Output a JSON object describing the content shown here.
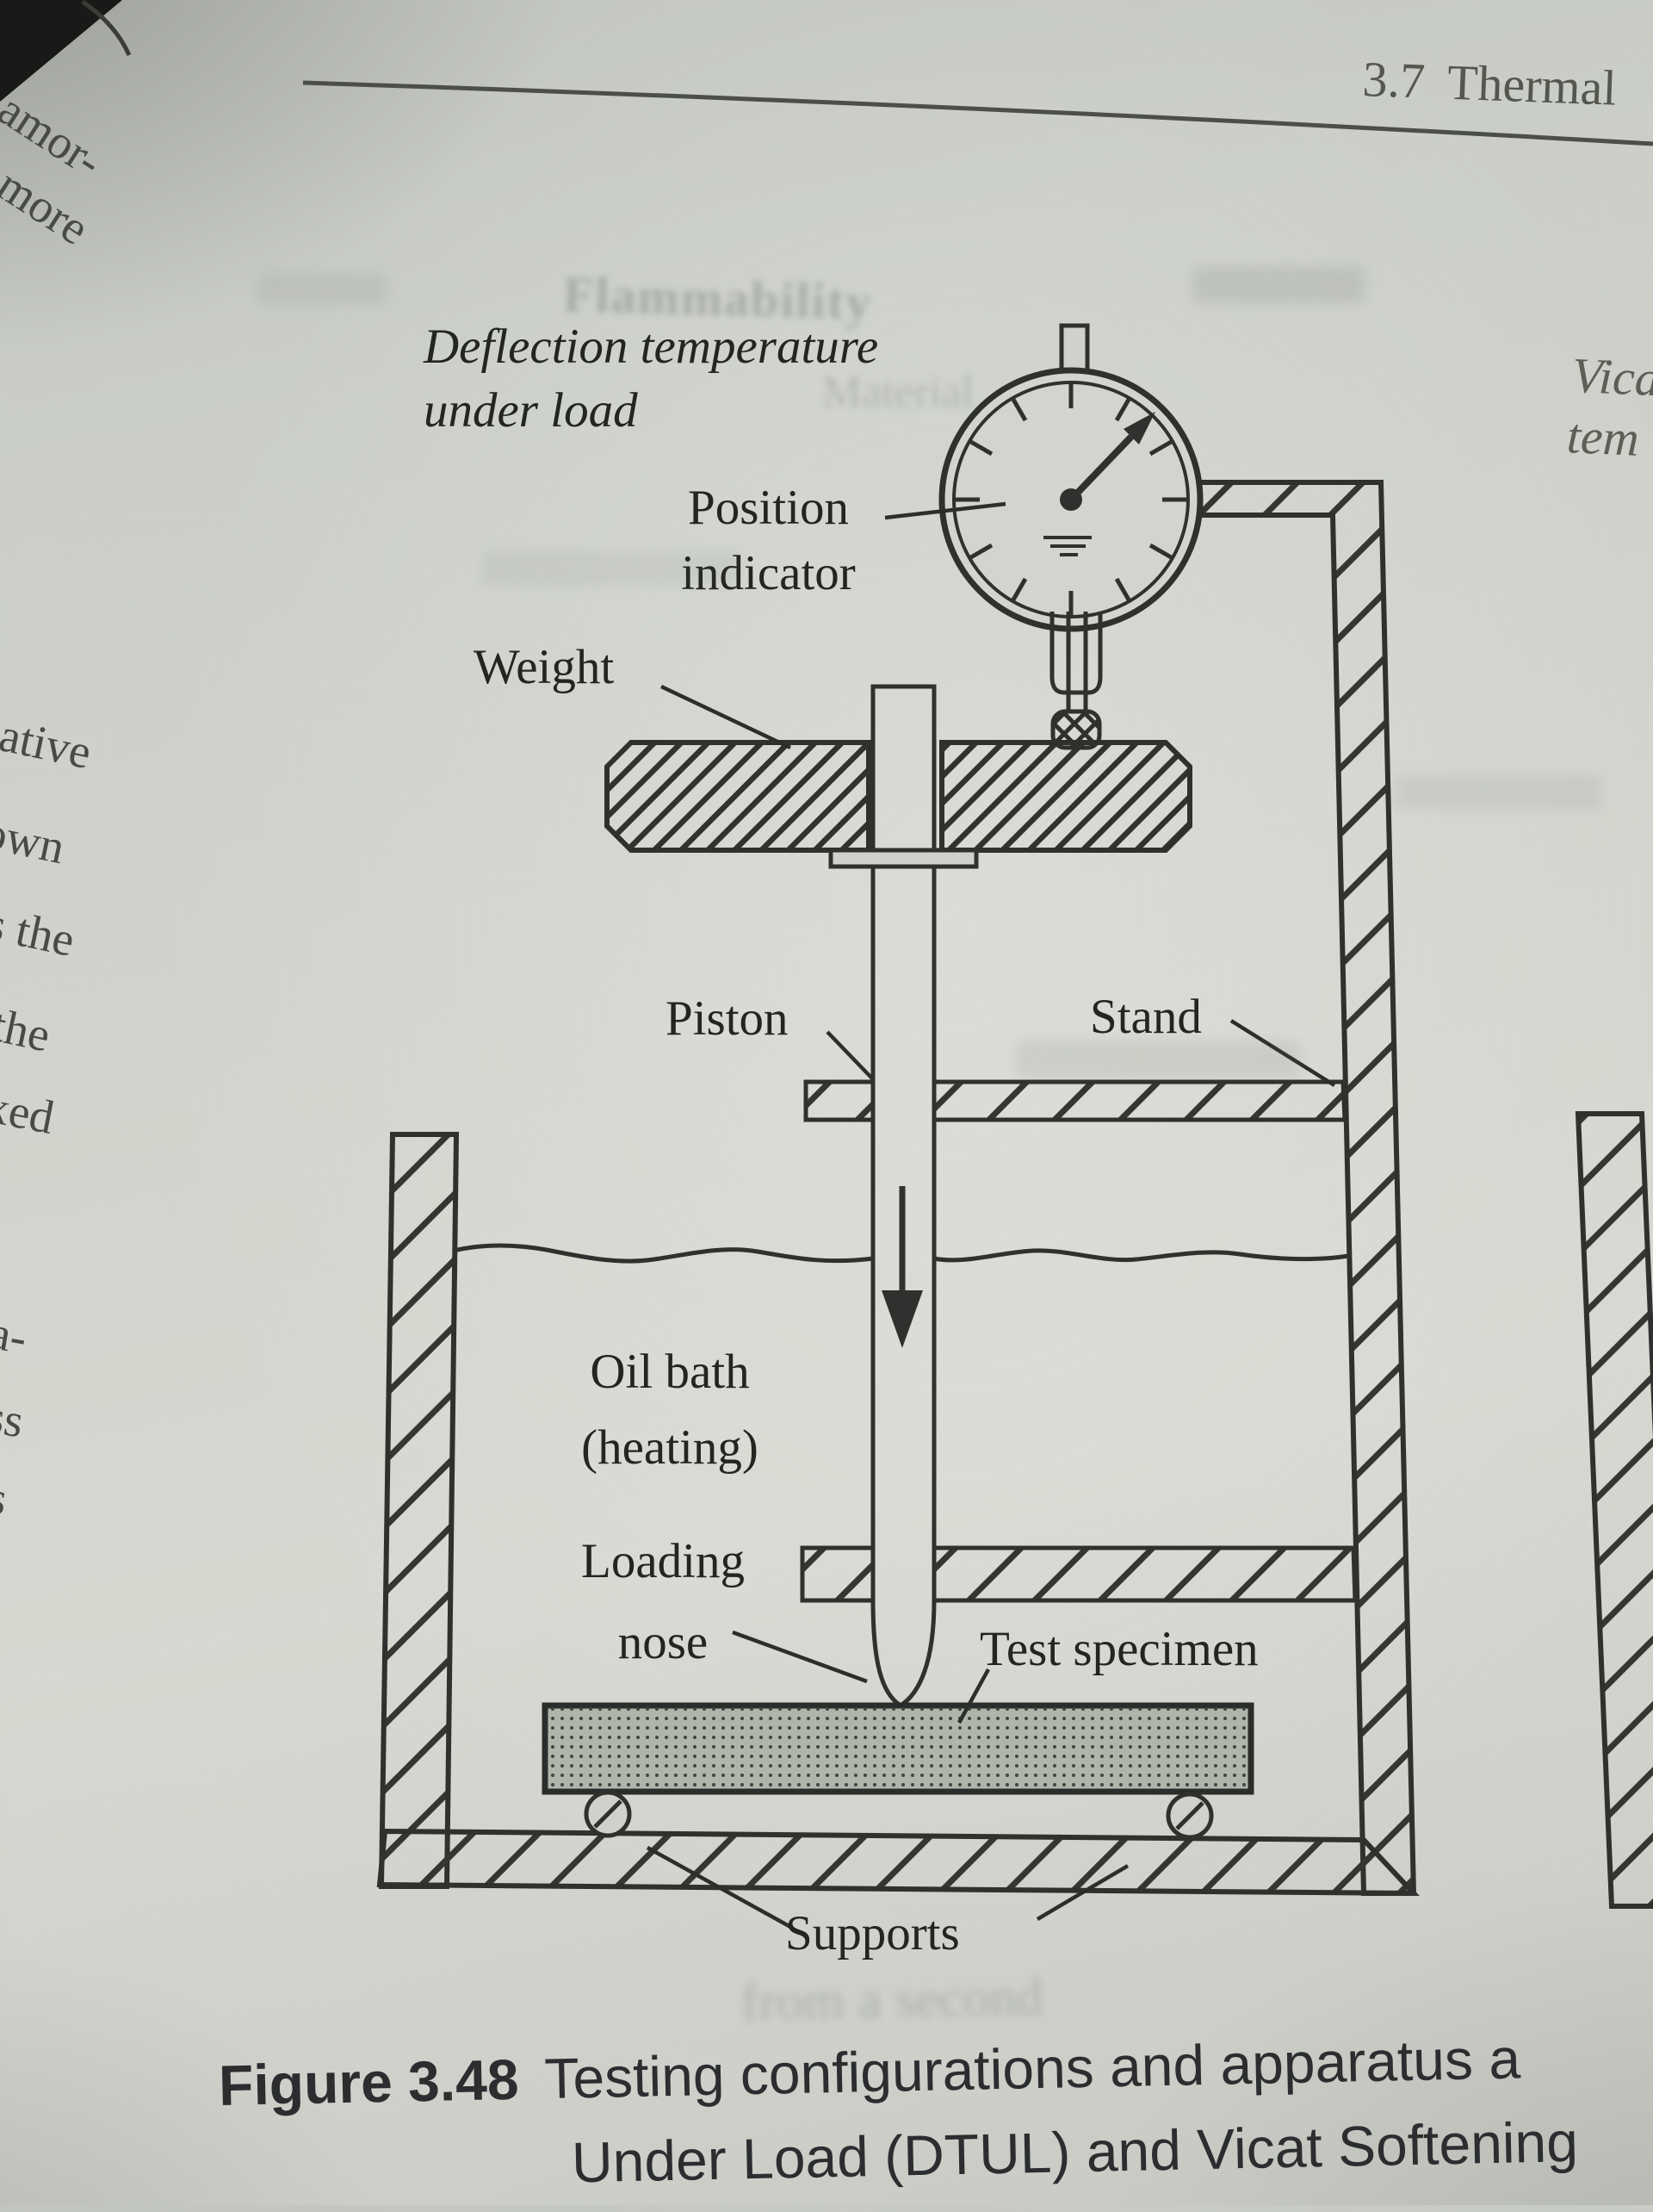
{
  "header": {
    "section_number": "3.7",
    "section_title": "Thermal"
  },
  "diagram": {
    "title_label": {
      "line1": "Deflection temperature",
      "line2": "under load"
    },
    "labels": {
      "position": {
        "line1": "Position",
        "line2": "indicator"
      },
      "weight": "Weight",
      "piston": "Piston",
      "stand": "Stand",
      "oil_bath": {
        "line1": "Oil bath",
        "line2": "(heating)"
      },
      "loading_nose": {
        "line1": "Loading",
        "line2": "nose"
      },
      "test_specimen": "Test specimen",
      "supports": "Supports"
    }
  },
  "caption": {
    "tag": "Figure 3.48",
    "line1": "Testing configurations and apparatus a",
    "line2": "Under Load (DTUL) and Vicat Softening"
  },
  "adjacent_page_fragments": {
    "corner": [
      "ar amor-",
      "se more"
    ],
    "margin": [
      "lative",
      "own",
      "s the",
      "the",
      "xed",
      "a-",
      "ss",
      "s"
    ]
  },
  "right_edge_fragments": [
    "Vica",
    "tem"
  ],
  "bleedthrough_fragments": [
    "Flammability",
    "Material",
    "from a second"
  ],
  "colors": {
    "paper": "#cfd2cb",
    "ink": "#2f312e",
    "label_ink": "#23251f",
    "caption_ink": "#2b2d2f"
  }
}
